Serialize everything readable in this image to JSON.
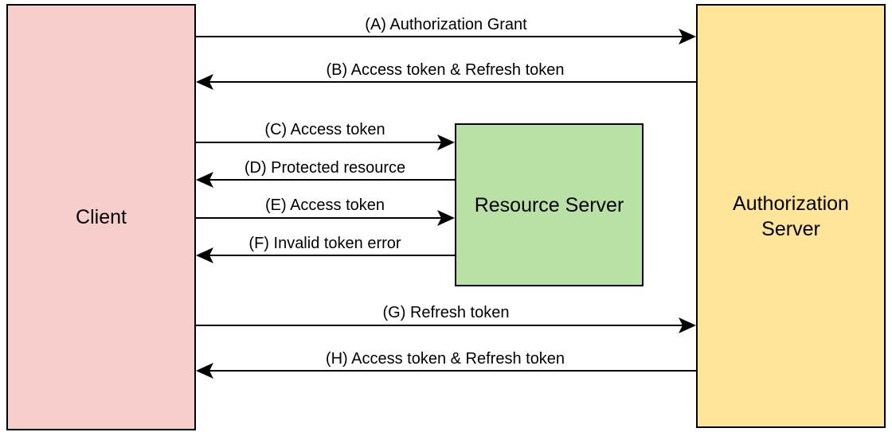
{
  "nodes": {
    "client": {
      "label": "Client",
      "color": "#f8cecc"
    },
    "resource_server": {
      "label": "Resource Server",
      "color": "#b9e0a5"
    },
    "authorization_server": {
      "label": "Authorization\nServer",
      "color": "#ffe599"
    }
  },
  "edges": [
    {
      "id": "A",
      "label": "(A) Authorization Grant",
      "from": "client",
      "to": "authorization_server"
    },
    {
      "id": "B",
      "label": "(B) Access token & Refresh token",
      "from": "authorization_server",
      "to": "client"
    },
    {
      "id": "C",
      "label": "(C) Access token",
      "from": "client",
      "to": "resource_server"
    },
    {
      "id": "D",
      "label": "(D) Protected resource",
      "from": "resource_server",
      "to": "client"
    },
    {
      "id": "E",
      "label": "(E) Access token",
      "from": "client",
      "to": "resource_server"
    },
    {
      "id": "F",
      "label": "(F) Invalid token error",
      "from": "resource_server",
      "to": "client"
    },
    {
      "id": "G",
      "label": "(G) Refresh token",
      "from": "client",
      "to": "authorization_server"
    },
    {
      "id": "H",
      "label": "(H) Access token & Refresh token",
      "from": "authorization_server",
      "to": "client"
    }
  ]
}
